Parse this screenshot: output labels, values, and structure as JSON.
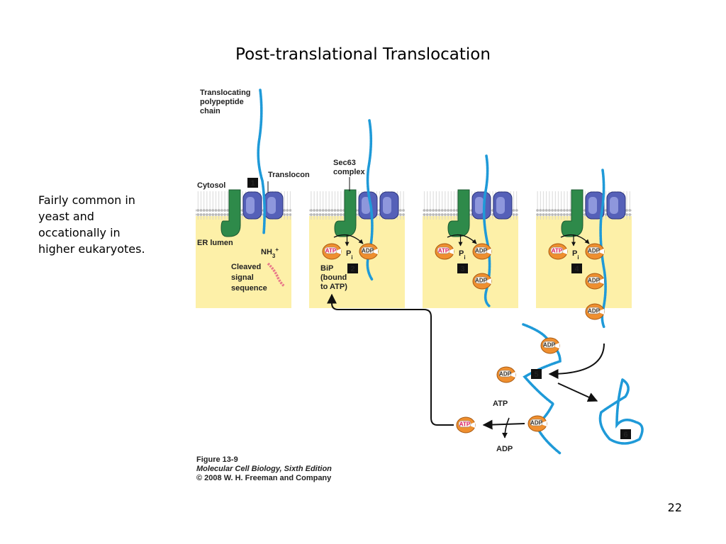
{
  "slide": {
    "title": "Post-translational Translocation",
    "side_note": "Fairly common in\nyeast and\noccationally in\nhigher eukaryotes.",
    "page_number": "22"
  },
  "figure": {
    "labels": {
      "translocating_chain": [
        "Translocating",
        "polypeptide",
        "chain"
      ],
      "translocon": "Translocon",
      "cytosol": "Cytosol",
      "er_lumen": "ER lumen",
      "nh3": "NH",
      "nh3_sub": "3",
      "nh3_sup": "+",
      "cleaved_signal": [
        "Cleaved",
        "signal",
        "sequence"
      ],
      "sec63": [
        "Sec63",
        "complex"
      ],
      "bip": [
        "BiP",
        "(bound",
        "to ATP)"
      ],
      "atp": "ATP",
      "adp": "ADP",
      "pi": "P",
      "pi_sub": "i"
    },
    "steps": [
      "1",
      "2",
      "3",
      "4",
      "5",
      "6"
    ],
    "caption": {
      "figure": "Figure 13-9",
      "book": "Molecular Cell Biology, Sixth Edition",
      "copyright": "© 2008 W. H. Freeman and Company"
    },
    "colors": {
      "chain": "#1f9ad8",
      "lumen": "#fdf0a8",
      "membrane_head": "#b9b9b9",
      "translocon": "#5560b8",
      "sec63": "#2e8a4a",
      "bip": "#ef8f2f",
      "atp_text": "#d81b6e",
      "signal": "#e8788a"
    }
  }
}
